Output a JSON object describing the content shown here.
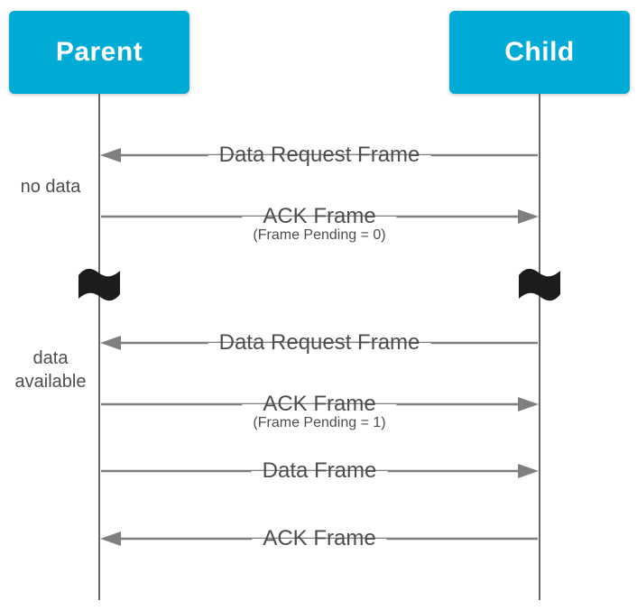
{
  "diagram": {
    "actors": [
      {
        "label": "Parent"
      },
      {
        "label": "Child"
      }
    ],
    "messages": [
      {
        "label": "Data Request Frame",
        "from": "Child",
        "to": "Parent"
      },
      {
        "label": "ACK Frame",
        "sublabel": "(Frame Pending = 0)",
        "from": "Parent",
        "to": "Child"
      },
      {
        "label": "Data Request Frame",
        "from": "Child",
        "to": "Parent"
      },
      {
        "label": "ACK Frame",
        "sublabel": "(Frame Pending = 1)",
        "from": "Parent",
        "to": "Child"
      },
      {
        "label": "Data Frame",
        "from": "Parent",
        "to": "Child"
      },
      {
        "label": "ACK Frame",
        "from": "Child",
        "to": "Parent"
      }
    ],
    "annotations": [
      {
        "label": "no data"
      },
      {
        "label": "data available"
      }
    ],
    "markers": [
      {
        "name": "flag-icon",
        "on": "Parent"
      },
      {
        "name": "flag-icon",
        "on": "Child"
      }
    ],
    "colors": {
      "actor_fill": "#00abd5",
      "actor_text": "#ffffff",
      "arrow": "#7f7f7f",
      "lifeline": "#686868",
      "label_text": "#4d4d4d",
      "flag": "#1c1c1c"
    }
  }
}
